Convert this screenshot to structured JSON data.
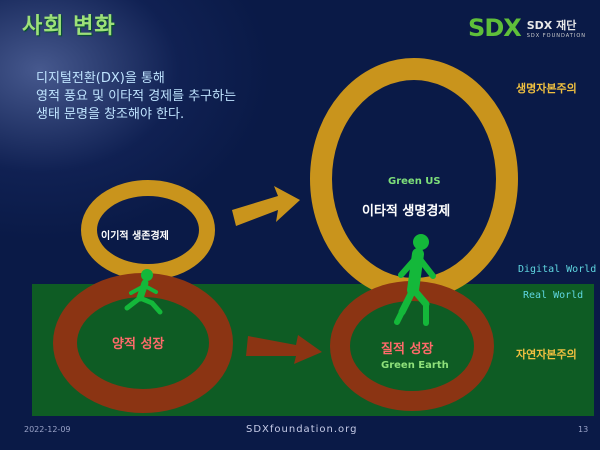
{
  "title": "사회 변화",
  "logo": {
    "mark": "SDX",
    "name": "SDX 재단",
    "sub": "SDX FOUNDATION"
  },
  "description": [
    "디지털전환(DX)을 통해",
    "영적 풍요 및 이타적 경제를 추구하는",
    "생태 문명을 창조해야 한다."
  ],
  "labels": {
    "capitalism_spiritual": "생명자본주의",
    "digital_world": "Digital World",
    "real_world": "Real World",
    "capitalism_nature": "자연자본주의",
    "green_us": "Green US",
    "altruistic_economy": "이타적 생명경제",
    "selfish_economy": "이기적 생존경제",
    "quantitative_growth": "양적 성장",
    "qualitative_growth": "질적 성장",
    "green_earth": "Green Earth"
  },
  "footer": {
    "date": "2022-12-09",
    "site": "SDXfoundation.org",
    "page": "13"
  },
  "colors": {
    "gold": "#c9941c",
    "brown": "#8b3413",
    "land": "#0e5c24",
    "figure": "#14b83a"
  },
  "icons": [
    "walking-person-icon",
    "walking-person-icon",
    "arrow-right-icon",
    "arrow-right-icon"
  ]
}
